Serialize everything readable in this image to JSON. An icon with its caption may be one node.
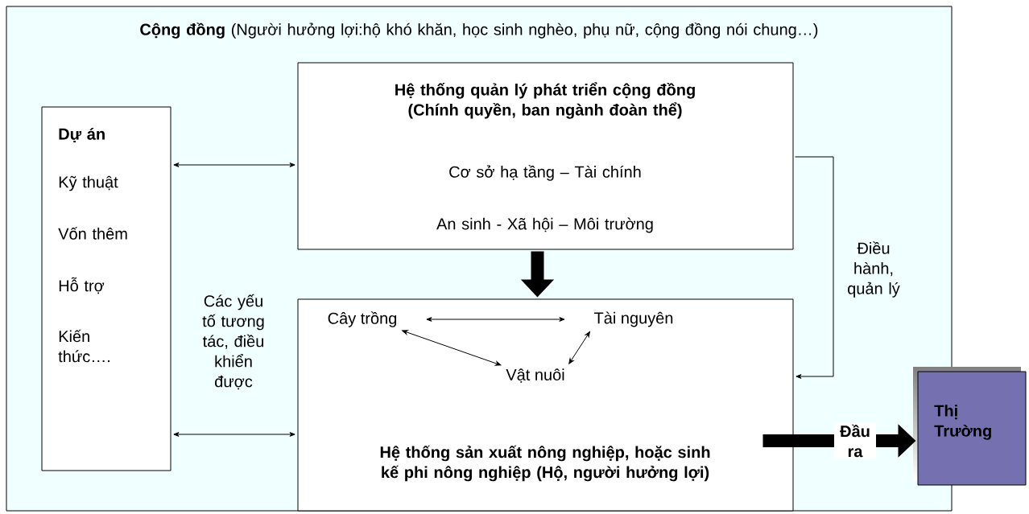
{
  "diagram": {
    "nodes": [
      {
        "text": [
          "**Cộng đồng** (Người hưởng lợi:hộ khó khăn, học sinh nghèo, phụ nữ, cộng đồng nói chung…)"
        ]
      },
      {
        "text": [
          "Dự án",
          "Kỹ thuật",
          "Vốn thêm",
          "Hỗ trợ",
          "Kiến thức…."
        ],
        "in": 0
      },
      {
        "text": [
          "Hệ thống quản lý phát triển cộng đồng (Chính quyền, ban ngành đoàn thể)",
          "Cơ sở hạ tầng – Tài chính",
          "An sinh - Xã hội – Môi trường"
        ],
        "in": 0
      },
      {
        "text": [
          "Hệ thống sản xuất nông nghiệp, hoặc sinh kế phi nông nghiệp (Hộ, người hưởng lợi)"
        ],
        "in": 0
      },
      {
        "text": [
          "Cây trồng"
        ],
        "in": 3
      },
      {
        "text": [
          "Tài nguyên"
        ],
        "in": 3
      },
      {
        "text": [
          "Vật nuôi"
        ],
        "in": 3
      },
      {
        "text": [
          "Thị Trường"
        ]
      }
    ],
    "edges": [
      {
        "from": 1,
        "to": 2,
        "arrow": "both"
      },
      {
        "from": 1,
        "to": 3,
        "arrow": "both"
      },
      {
        "from": 2,
        "to": 3,
        "arrow": "to",
        "style": "thick"
      },
      {
        "from": 2,
        "to": 3,
        "arrow": "to",
        "label": "Điều hành, quản lý"
      },
      {
        "from": 4,
        "to": 5,
        "arrow": "both"
      },
      {
        "from": 4,
        "to": 6,
        "arrow": "both"
      },
      {
        "from": 6,
        "to": 5,
        "arrow": "both"
      },
      {
        "from": 3,
        "to": 7,
        "arrow": "to",
        "style": "thick",
        "label": "Đầu ra"
      }
    ],
    "labels": [
      "Các yếu tố tương tác, điều khiển được"
    ]
  }
}
